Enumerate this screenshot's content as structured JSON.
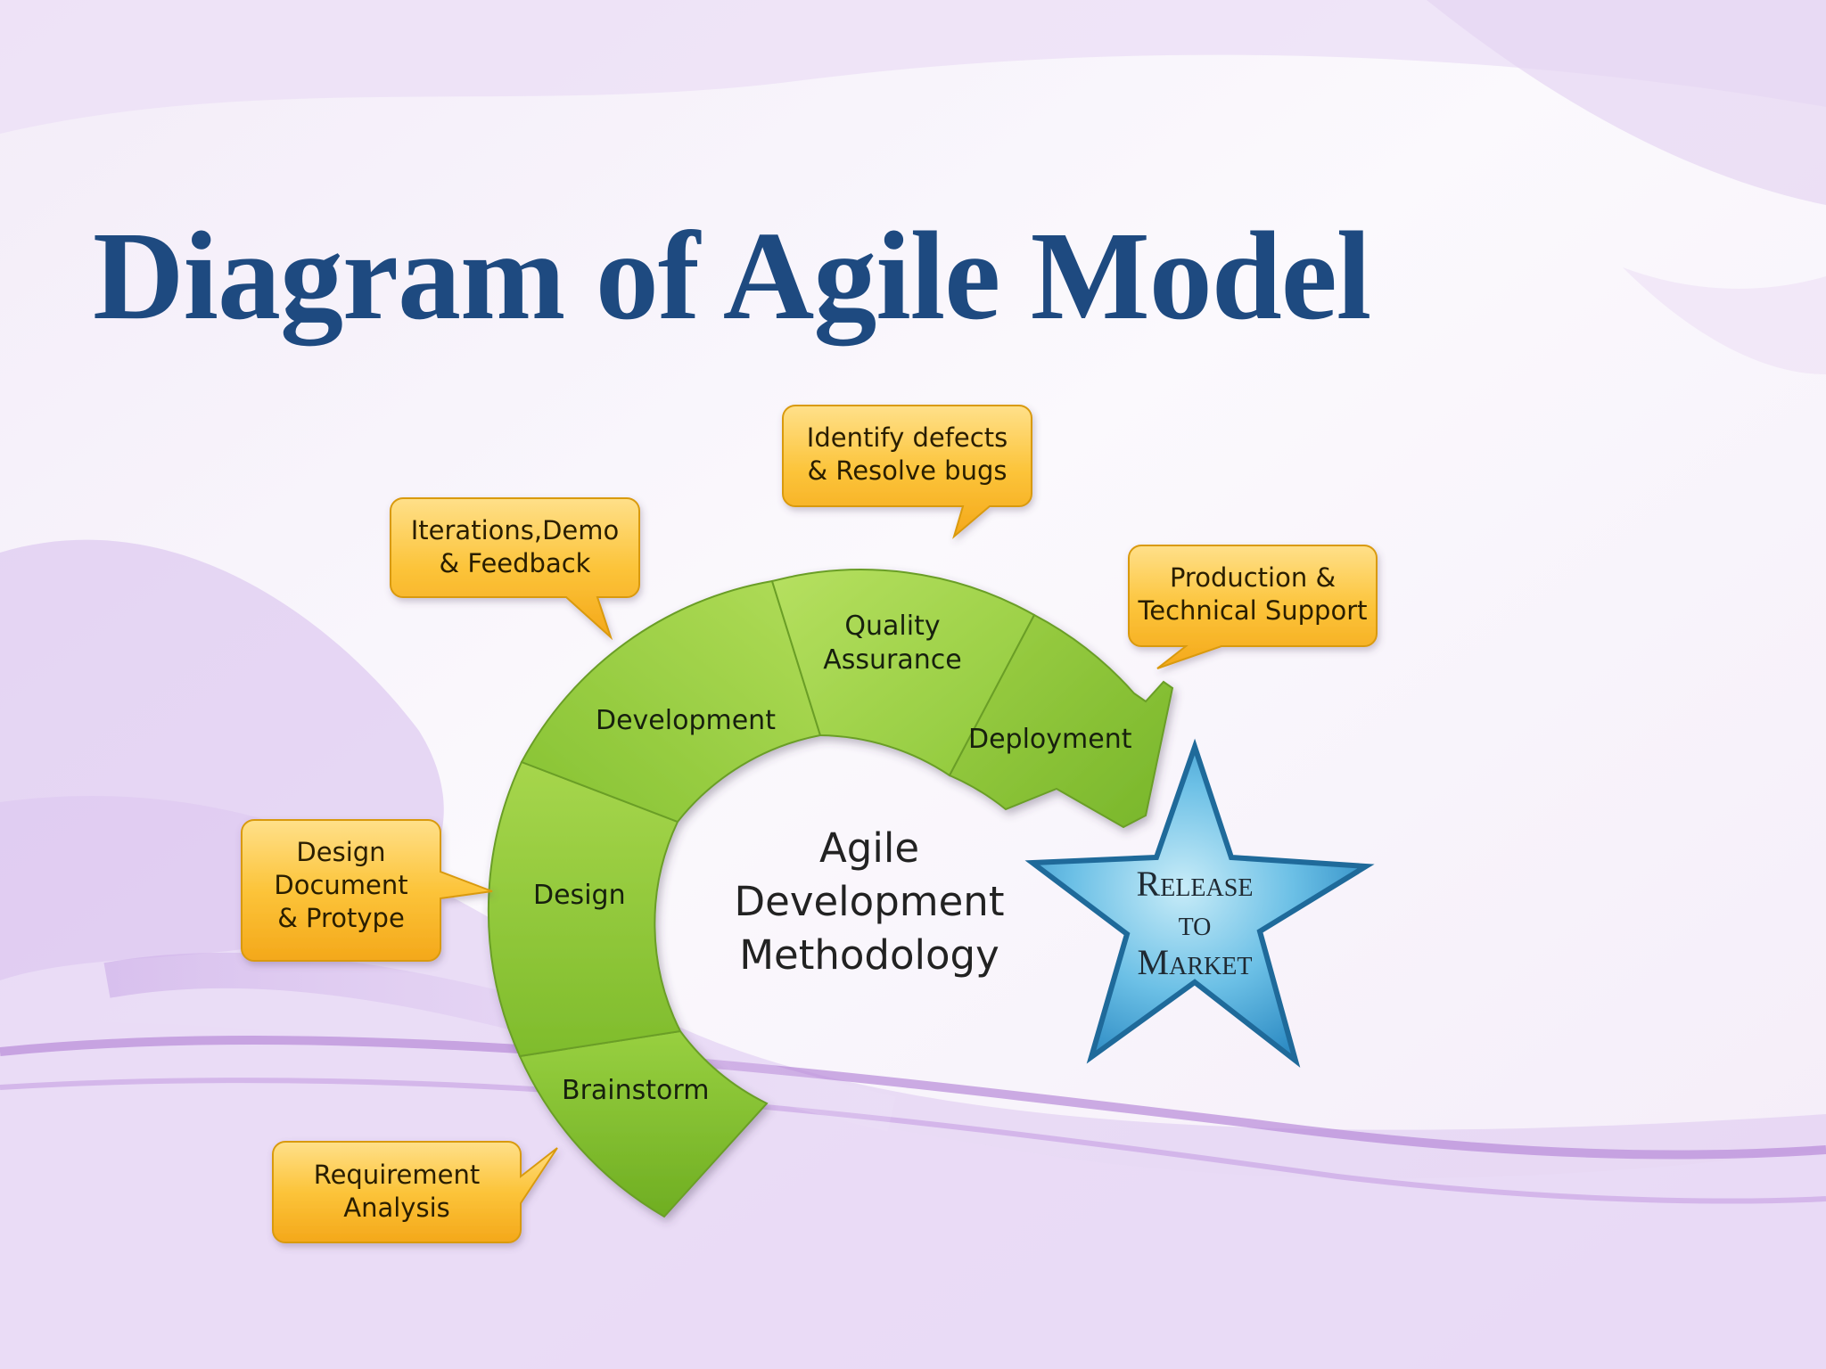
{
  "slide": {
    "title": "Diagram of Agile Model"
  },
  "diagram": {
    "center_lines": [
      "Agile",
      "Development",
      "Methodology"
    ],
    "segments": [
      {
        "label": "Brainstorm"
      },
      {
        "label": "Design"
      },
      {
        "label": "Development"
      },
      {
        "label_lines": [
          "Quality",
          "Assurance"
        ]
      },
      {
        "label": "Deployment"
      }
    ],
    "star_lines": [
      "Release",
      "to",
      "Market"
    ],
    "callouts": [
      {
        "lines": [
          "Requirement",
          "Analysis"
        ]
      },
      {
        "lines": [
          "Design",
          "Document",
          "& Protype"
        ]
      },
      {
        "lines": [
          "Iterations,Demo",
          "& Feedback"
        ]
      },
      {
        "lines": [
          "Identify defects",
          "& Resolve bugs"
        ]
      },
      {
        "lines": [
          "Production &",
          "Technical Support"
        ]
      }
    ],
    "colors": {
      "title": "#1e4a80",
      "segment_green": "#8cc63f",
      "callout_fill": "#fcc43a",
      "star_fill": "#46a8d8"
    }
  }
}
